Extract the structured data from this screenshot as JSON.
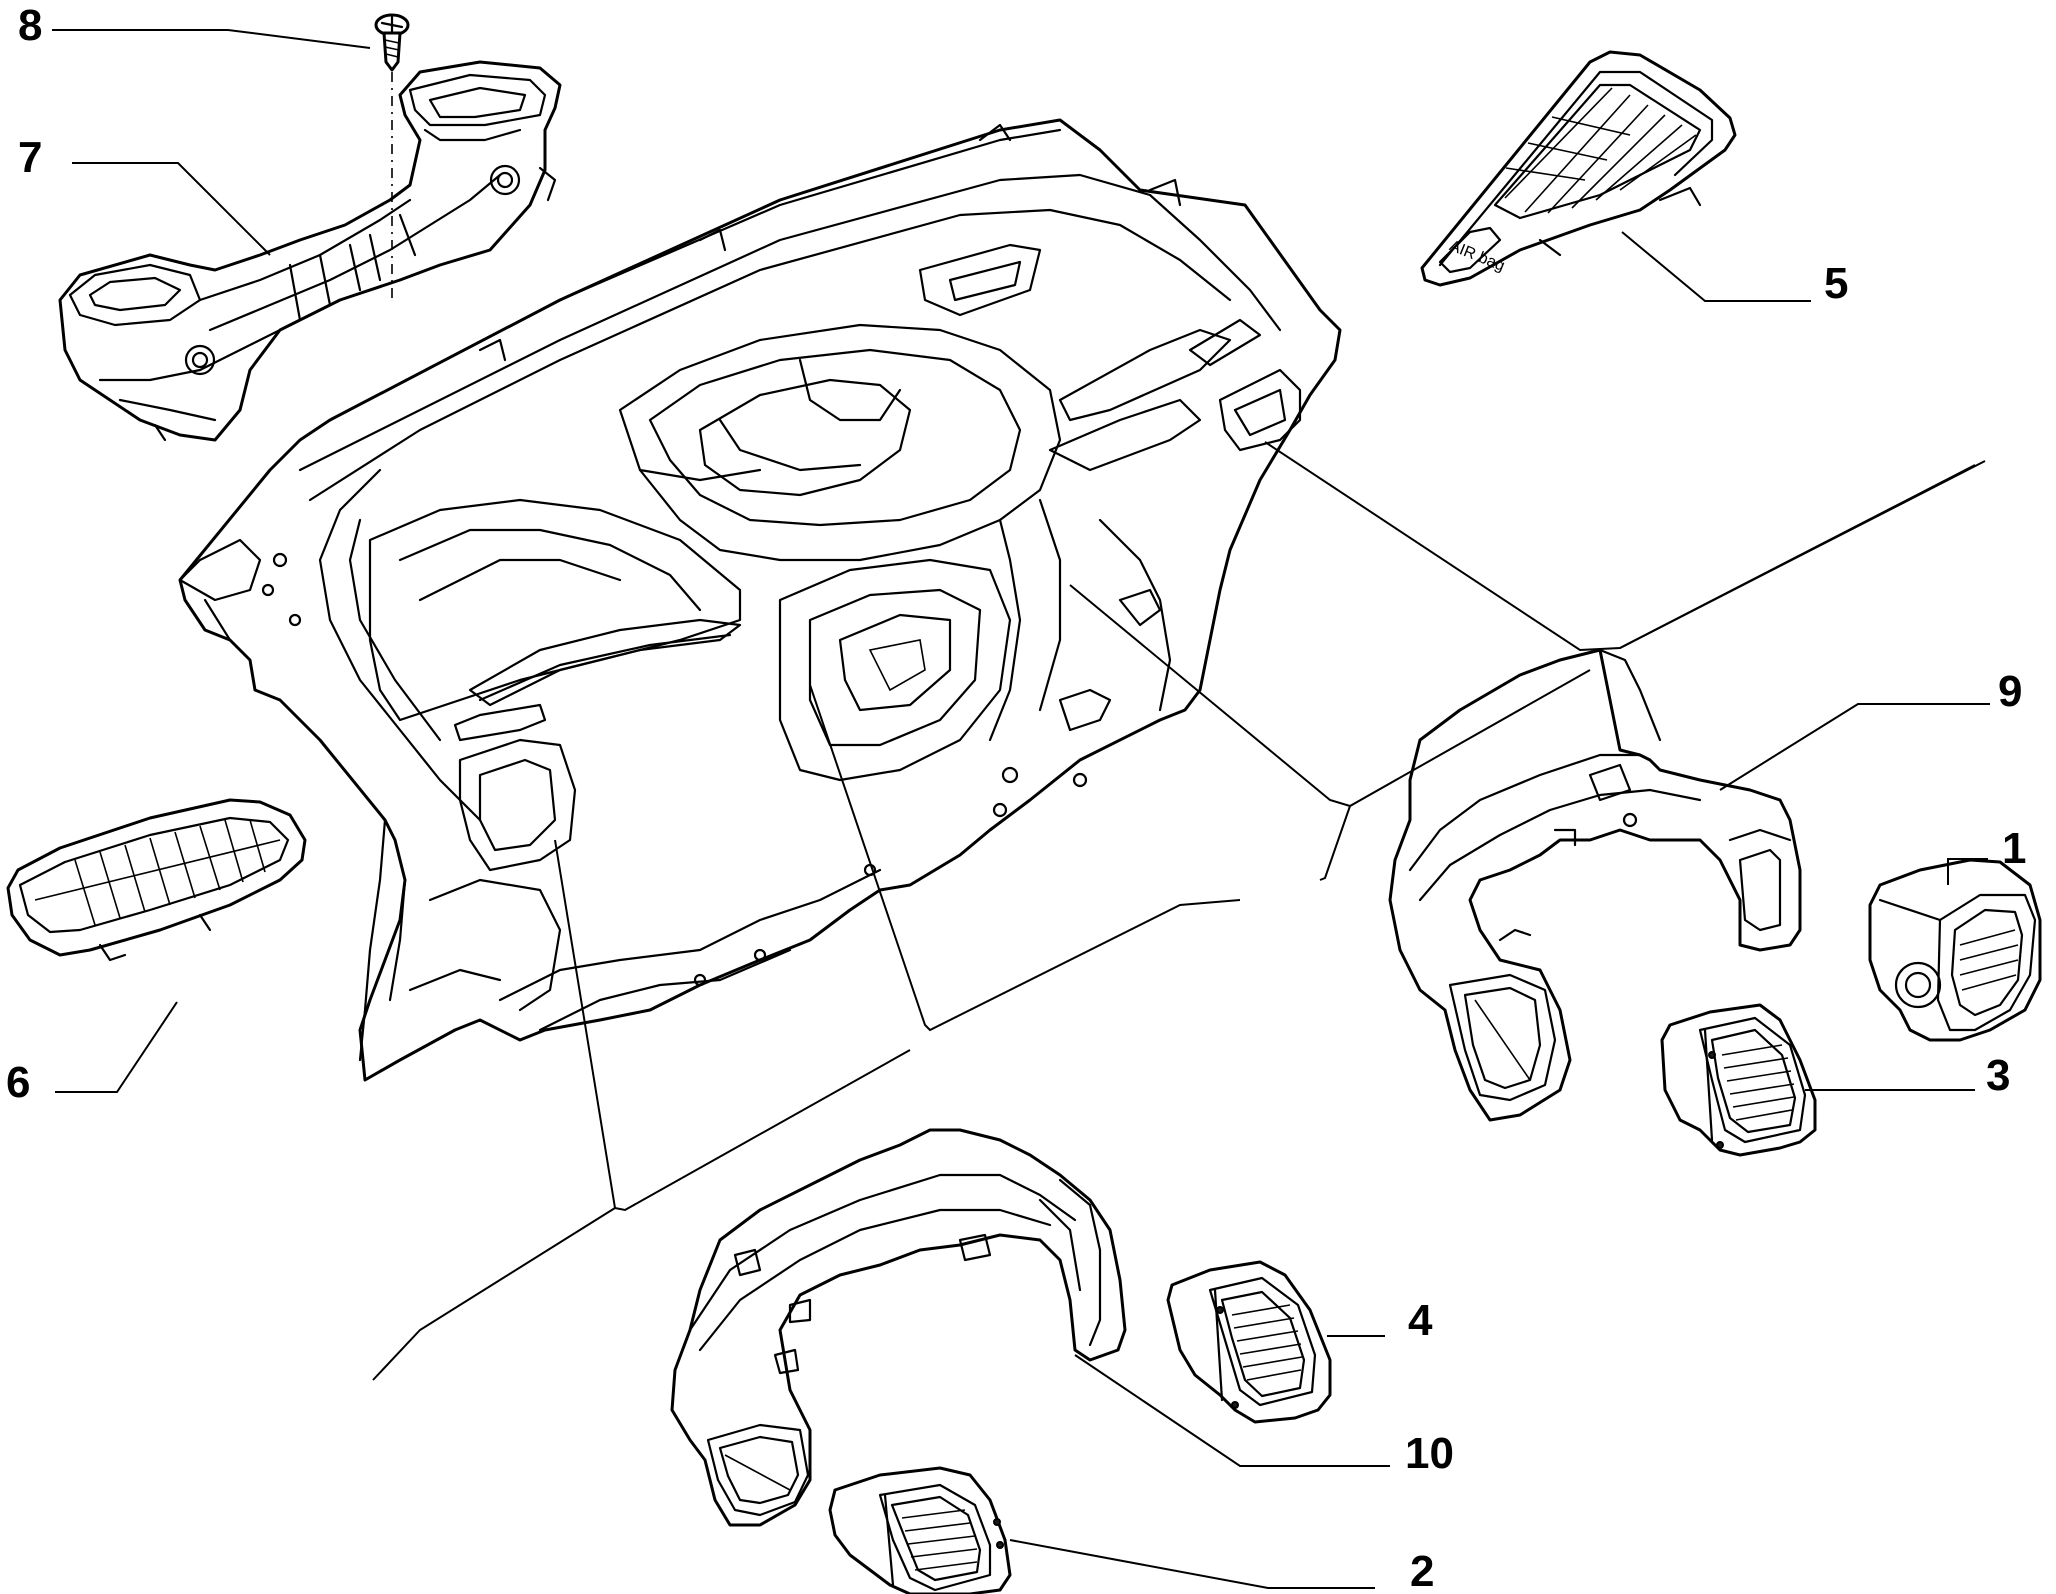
{
  "diagram": {
    "callouts": [
      {
        "id": "1",
        "label": "1"
      },
      {
        "id": "2",
        "label": "2"
      },
      {
        "id": "3",
        "label": "3"
      },
      {
        "id": "4",
        "label": "4"
      },
      {
        "id": "5",
        "label": "5"
      },
      {
        "id": "6",
        "label": "6"
      },
      {
        "id": "7",
        "label": "7"
      },
      {
        "id": "8",
        "label": "8"
      },
      {
        "id": "9",
        "label": "9"
      },
      {
        "id": "10",
        "label": "10"
      }
    ],
    "airbag_badge": "AIR bag",
    "colors": {
      "line": "#000000",
      "background": "#ffffff"
    }
  }
}
